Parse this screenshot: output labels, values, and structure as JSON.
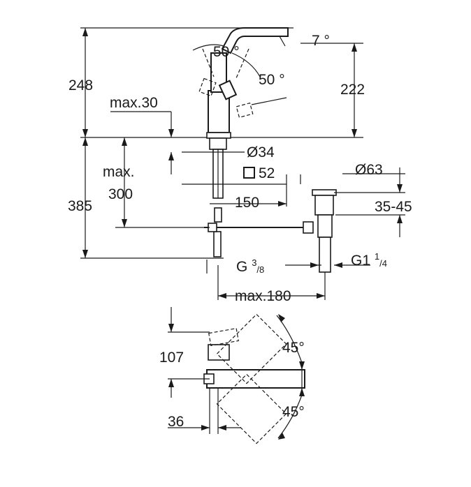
{
  "dimensions": {
    "height_total": "248",
    "spout_height": "222",
    "swivel_up": "50 °",
    "swivel_down": "50 °",
    "spout_angle": "7 °",
    "max_30": "max.30",
    "max_300_line1": "max.",
    "max_300_line2": "300",
    "diameter_34": "Ø34",
    "square_52": "52",
    "projection_150": "150",
    "diameter_63": "Ø63",
    "range_35_45": "35-45",
    "total_385": "385",
    "thread_g": "G",
    "thread_g_sup": "3",
    "thread_g_sub": "/8",
    "thread_g1": "G1",
    "thread_g1_sup": "1",
    "thread_g1_sub": "/4",
    "max_180": "max.180",
    "rotation_top": "45°",
    "rotation_bottom": "45°",
    "offset_107": "107",
    "offset_36": "36"
  }
}
